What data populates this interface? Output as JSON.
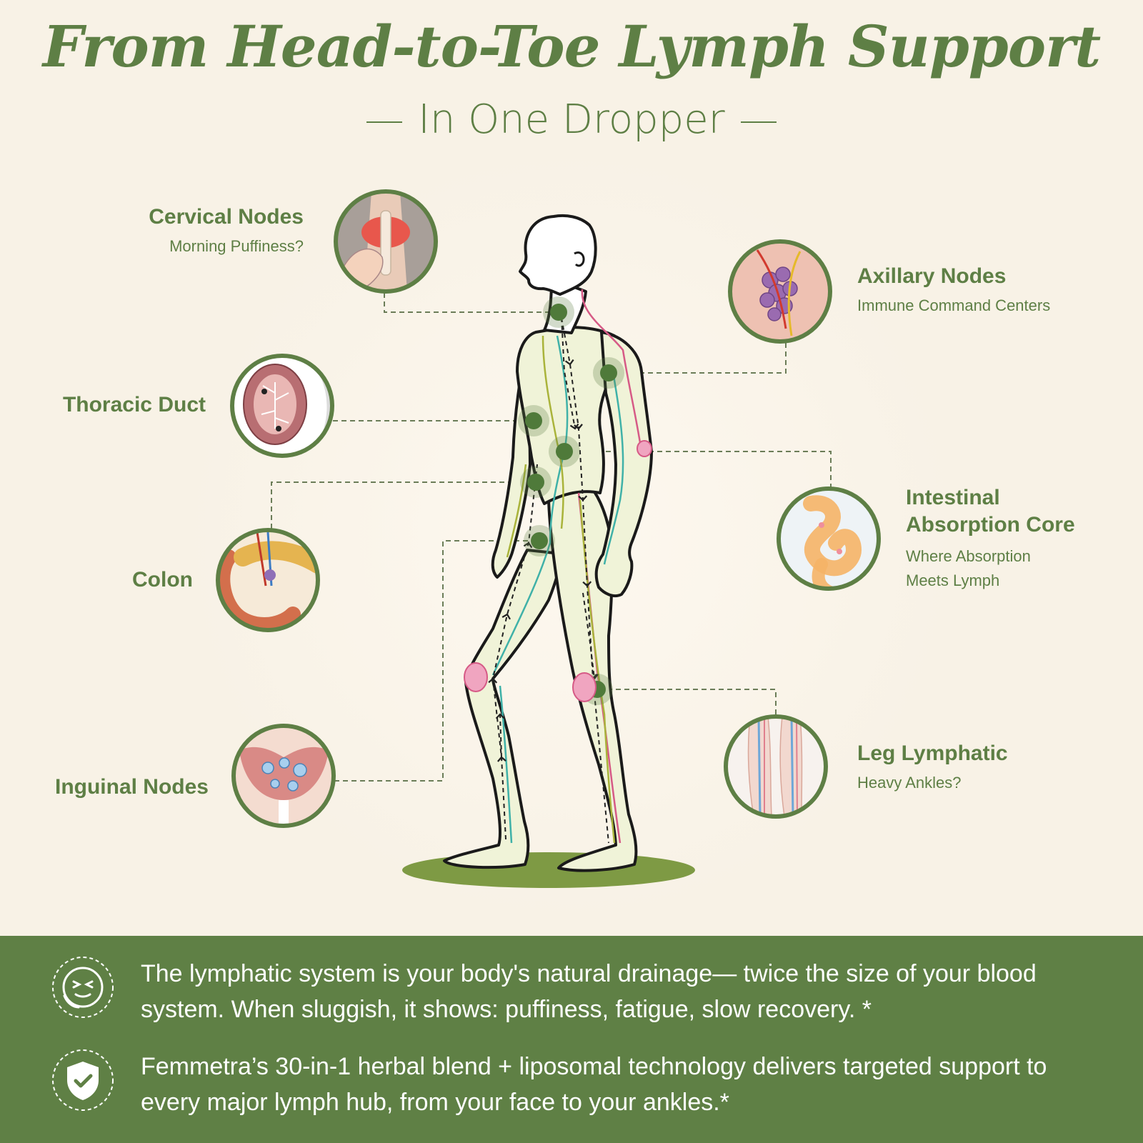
{
  "header": {
    "title": "From Head-to-Toe Lymph Support",
    "subtitle": "In One Dropper"
  },
  "callouts": [
    {
      "id": "cervical",
      "title": "Cervical Nodes",
      "subtitle": "Morning Puffiness?"
    },
    {
      "id": "axillary",
      "title": "Axillary Nodes",
      "subtitle": "Immune Command Centers"
    },
    {
      "id": "thoracic",
      "title": "Thoracic Duct",
      "subtitle": ""
    },
    {
      "id": "intestinal",
      "title_line1": "Intestinal",
      "title_line2": "Absorption Core",
      "subtitle_line1": "Where Absorption",
      "subtitle_line2": "Meets Lymph"
    },
    {
      "id": "colon",
      "title": "Colon",
      "subtitle": ""
    },
    {
      "id": "inguinal",
      "title": "Inguinal Nodes",
      "subtitle": ""
    },
    {
      "id": "leg",
      "title": "Leg Lymphatic",
      "subtitle": "Heavy Ankles?"
    }
  ],
  "footer": {
    "line1": "The lymphatic system is your body's natural drainage— twice the size of your blood system. When sluggish,  it shows: puffiness, fatigue, slow recovery. *",
    "line2": "Femmetra’s 30-in-1 herbal blend + liposomal technology delivers targeted support to every major lymph hub, from your face to your ankles.*",
    "icon1": "sneeze-face-icon",
    "icon2": "shield-check-icon"
  },
  "colors": {
    "brand_green": "#5e7f45",
    "background": "#f8f2e6",
    "footer_bg": "#5f8045"
  }
}
